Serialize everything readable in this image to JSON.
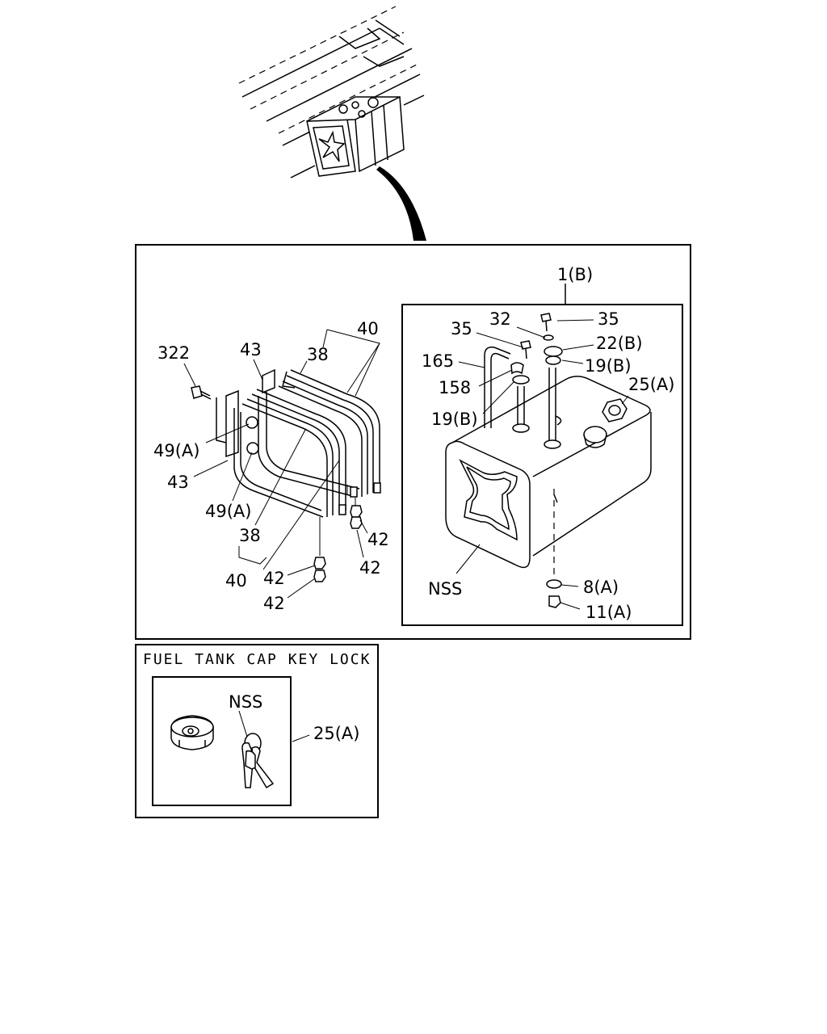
{
  "main_panel": {
    "assembly_label": "1(B)",
    "labels": {
      "p322": "322",
      "p43_top": "43",
      "p38_top": "38",
      "p40_top": "40",
      "p49a_1": "49(A)",
      "p43_left": "43",
      "p49a_2": "49(A)",
      "p38_bottom": "38",
      "p40_bottom": "40",
      "p42_a": "42",
      "p42_b": "42",
      "p42_c": "42",
      "p42_d": "42",
      "p32": "32",
      "p35_right": "35",
      "p35_left": "35",
      "p22b": "22(B)",
      "p165": "165",
      "p19b_right": "19(B)",
      "p158": "158",
      "p25a": "25(A)",
      "p19b_left": "19(B)",
      "nss": "NSS",
      "p8a": "8(A)",
      "p11a": "11(A)"
    }
  },
  "key_lock_panel": {
    "caption": "FUEL TANK CAP KEY LOCK",
    "nss": "NSS",
    "p25a": "25(A)"
  }
}
